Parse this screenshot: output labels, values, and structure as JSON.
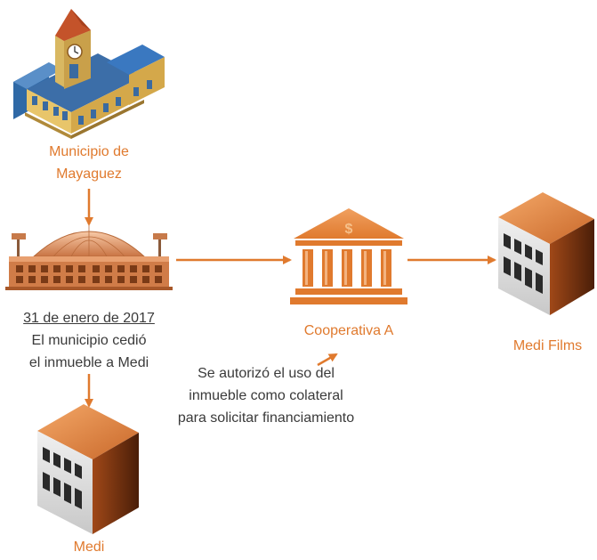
{
  "colors": {
    "accent": "#e07a2e",
    "text": "#3a3a3a",
    "background": "#ffffff"
  },
  "nodes": {
    "municipio": {
      "label_line1": "Municipio de",
      "label_line2": "Mayaguez",
      "icon": "town-hall-icon"
    },
    "stadium": {
      "date": "31 de enero de 2017",
      "line2": "El municipio cedió",
      "line3": "el inmueble a Medi",
      "icon": "stadium-icon"
    },
    "cooperativa": {
      "label": "Cooperativa A",
      "icon": "bank-icon",
      "symbol": "$"
    },
    "medi_films": {
      "label": "Medi Films",
      "icon": "building-icon"
    },
    "medi": {
      "label": "Medi",
      "icon": "building-icon"
    }
  },
  "annotation": {
    "line1": "Se autorizó el uso del",
    "line2": "inmueble como colateral",
    "line3": "para solicitar financiamiento"
  }
}
